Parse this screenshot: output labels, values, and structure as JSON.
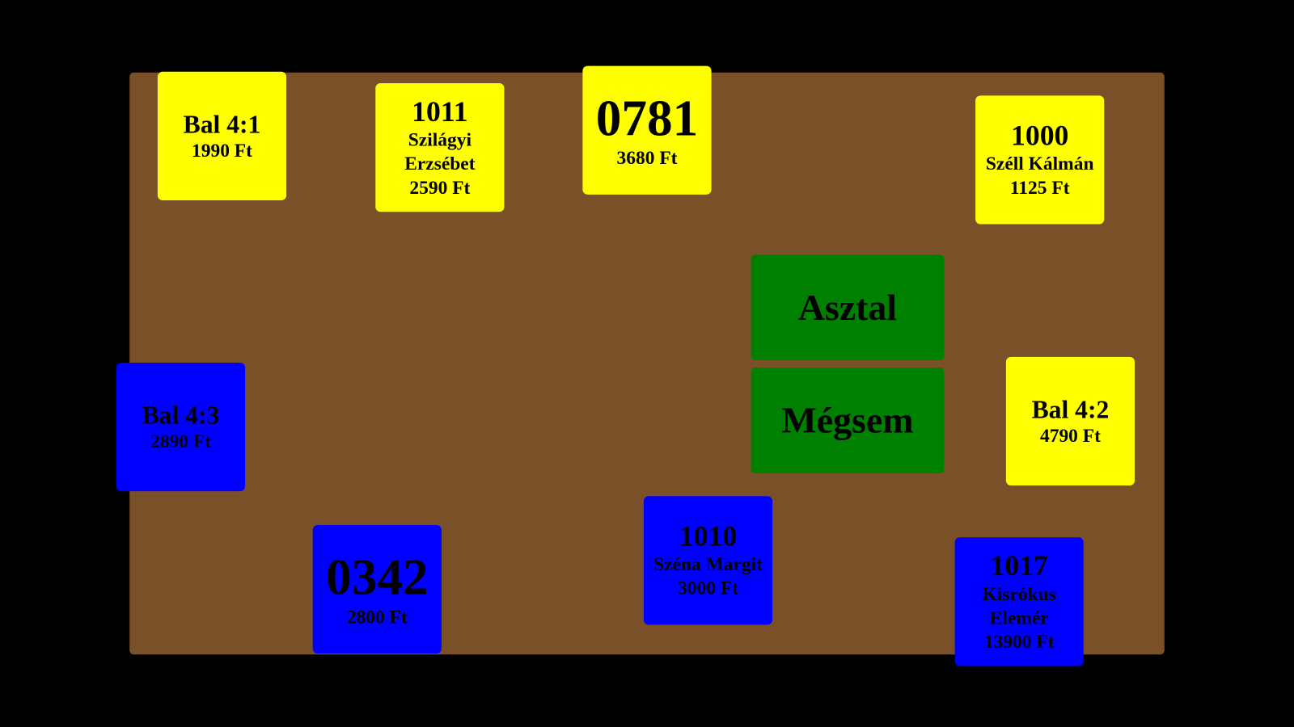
{
  "seats": [
    {
      "title": "Bal 4:1",
      "lines": [
        "1990 Ft"
      ],
      "color": "#ffff00"
    },
    {
      "title": "1011",
      "lines": [
        "Szilágyi",
        "Erzsébet",
        "2590 Ft"
      ],
      "color": "#ffff00"
    },
    {
      "title": "0781",
      "lines": [
        "3680 Ft"
      ],
      "color": "#ffff00"
    },
    {
      "title": "1000",
      "lines": [
        "Széll Kálmán",
        "1125 Ft"
      ],
      "color": "#ffff00"
    },
    {
      "title": "Bal 4:3",
      "lines": [
        "2890 Ft"
      ],
      "color": "#0000ff"
    },
    {
      "title": "Bal 4:2",
      "lines": [
        "4790 Ft"
      ],
      "color": "#ffff00"
    },
    {
      "title": "0342",
      "lines": [
        "2800 Ft"
      ],
      "color": "#0000ff"
    },
    {
      "title": "1010",
      "lines": [
        "Széna Margit",
        "3000 Ft"
      ],
      "color": "#0000ff"
    },
    {
      "title": "1017",
      "lines": [
        "Kisrókus",
        "Elemér",
        "13900 Ft"
      ],
      "color": "#0000ff"
    }
  ],
  "buttons": {
    "table": "Asztal",
    "cancel": "Mégsem"
  },
  "colors": {
    "table": "#7a5029",
    "button": "#008000"
  }
}
